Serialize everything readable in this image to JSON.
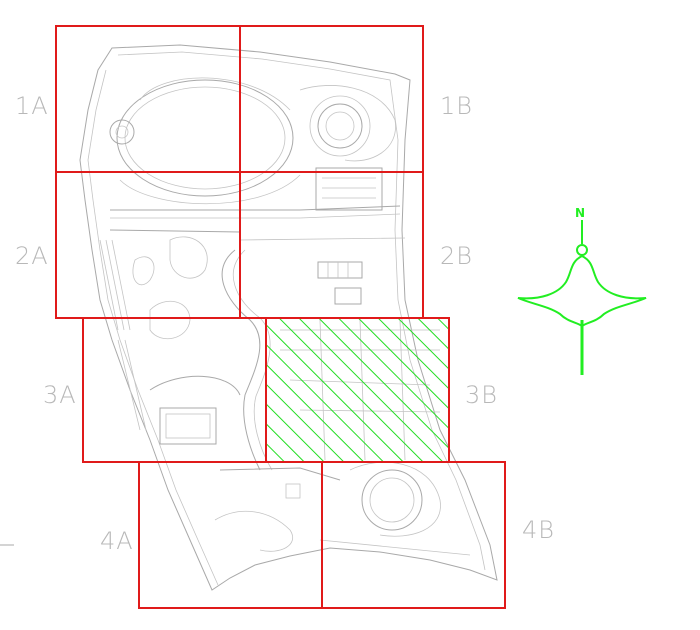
{
  "map": {
    "colors": {
      "grid_line": "#e01a1a",
      "plan_line": "#a9a9a9",
      "highlight": "#22dd22",
      "compass": "#22ee22",
      "label_text": "#b8b8b8"
    },
    "highlighted_cell": "3B",
    "cells": [
      {
        "id": "1A",
        "label": "1A"
      },
      {
        "id": "1B",
        "label": "1B"
      },
      {
        "id": "2A",
        "label": "2A"
      },
      {
        "id": "2B",
        "label": "2B"
      },
      {
        "id": "3A",
        "label": "3A"
      },
      {
        "id": "3B",
        "label": "3B"
      },
      {
        "id": "4A",
        "label": "4A"
      },
      {
        "id": "4B",
        "label": "4B"
      }
    ],
    "compass": {
      "label": "N",
      "icon": "north-arrow-icon"
    }
  }
}
